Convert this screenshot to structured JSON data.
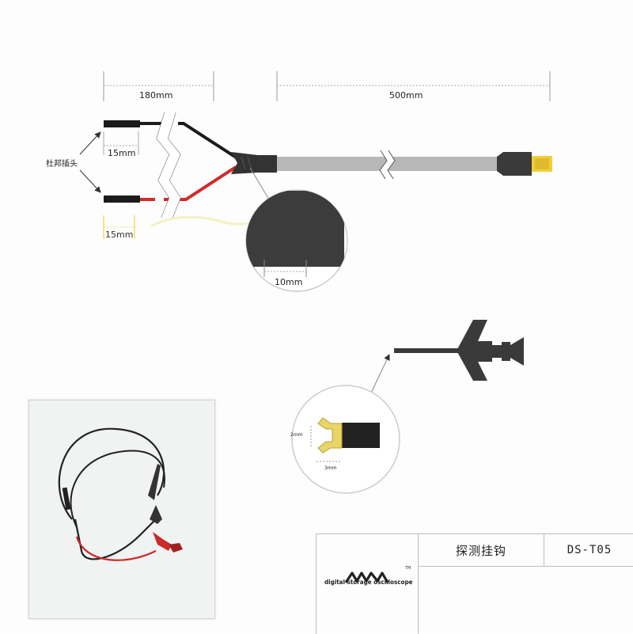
{
  "diagram": {
    "dim_lead_length": "180mm",
    "dim_cable_length": "500mm",
    "dim_tip_length_black": "15mm",
    "dim_tip_length_red": "15mm",
    "dim_sleeve_detail": "10mm",
    "dim_hook_jaw_height": "2mm",
    "dim_hook_jaw_width": "3mm",
    "connector_label": "杜邦插头"
  },
  "colors": {
    "black_lead": "#1b1b1b",
    "red_lead": "#d32a2a",
    "cable_gray": "#b7b7b7",
    "connector_gold": "#f0cf3c",
    "hook_yellow": "#e9d46a",
    "dark_part": "#3a3a3a"
  },
  "title_block": {
    "product_name": "探测挂钩",
    "model_code": "DS-T05",
    "brand_tagline": "digital storage oscilloscope",
    "trademark": "TM"
  }
}
